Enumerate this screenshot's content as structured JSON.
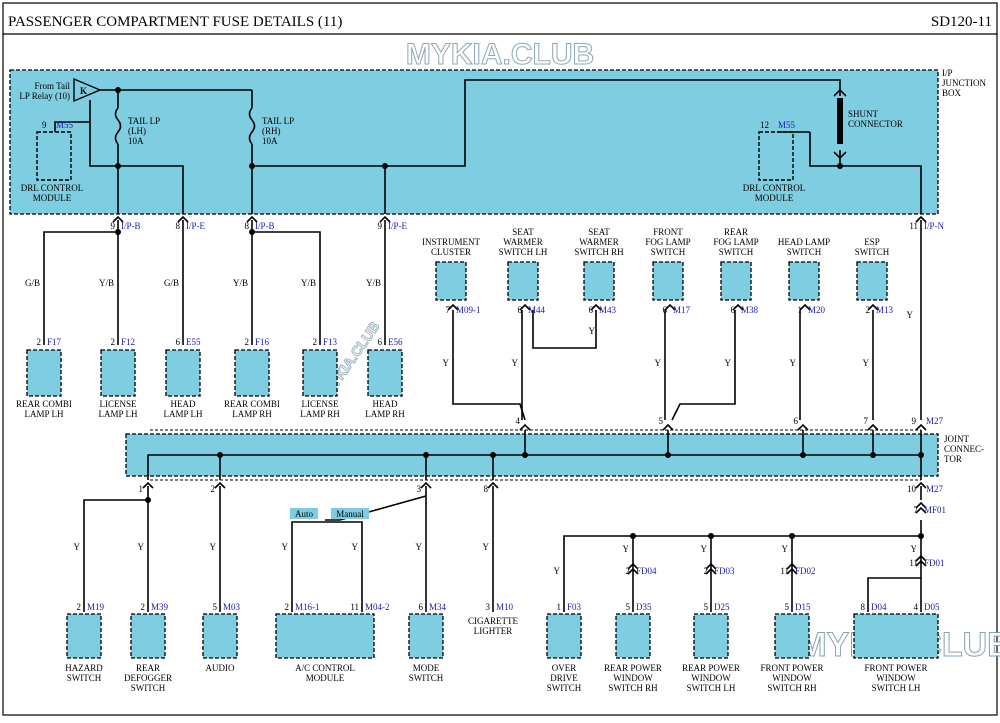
{
  "header": {
    "title": "PASSENGER COMPARTMENT FUSE DETAILS (11)",
    "page_code": "SD120-11"
  },
  "watermark": "MYKIA.CLUB",
  "junction_box": {
    "label_lines": [
      "I/P",
      "JUNCTION",
      "BOX"
    ],
    "relay_from_lines": [
      "From Tail",
      "LP Relay (10)"
    ],
    "relay_symbol": "K",
    "fuse_lh_lines": [
      "TAIL LP",
      "(LH)",
      "10A"
    ],
    "fuse_rh_lines": [
      "TAIL LP",
      "(RH)",
      "10A"
    ],
    "shunt_lines": [
      "SHUNT",
      "CONNECTOR"
    ],
    "drl_left": {
      "pin": "9",
      "conn": "M55",
      "label_lines": [
        "DRL CONTROL",
        "MODULE"
      ]
    },
    "drl_right": {
      "pin": "12",
      "conn": "M55",
      "label_lines": [
        "DRL CONTROL",
        "MODULE"
      ]
    },
    "outputs": [
      {
        "pin": "9",
        "conn": "I/P-B"
      },
      {
        "pin": "8",
        "conn": "I/P-E"
      },
      {
        "pin": "8",
        "conn": "I/P-B"
      },
      {
        "pin": "9",
        "conn": "I/P-E"
      },
      {
        "pin": "11",
        "conn": "I/P-N"
      }
    ]
  },
  "wire_colors": [
    "G/B",
    "Y/B",
    "G/B",
    "Y/B",
    "Y/B",
    "Y/B"
  ],
  "lamp_loads": [
    {
      "pin": "2",
      "conn": "F17",
      "label_lines": [
        "REAR COMBI",
        "LAMP LH"
      ]
    },
    {
      "pin": "2",
      "conn": "F12",
      "label_lines": [
        "LICENSE",
        "LAMP LH"
      ]
    },
    {
      "pin": "6",
      "conn": "E55",
      "label_lines": [
        "HEAD",
        "LAMP LH"
      ]
    },
    {
      "pin": "2",
      "conn": "F16",
      "label_lines": [
        "REAR COMBI",
        "LAMP RH"
      ]
    },
    {
      "pin": "2",
      "conn": "F13",
      "label_lines": [
        "LICENSE",
        "LAMP RH"
      ]
    },
    {
      "pin": "6",
      "conn": "E56",
      "label_lines": [
        "HEAD",
        "LAMP RH"
      ]
    }
  ],
  "switches_upper": [
    {
      "pin": "7",
      "conn": "M09-1",
      "label_lines": [
        "INSTRUMENT",
        "CLUSTER"
      ]
    },
    {
      "pin": "6",
      "conn": "M44",
      "label_lines": [
        "SEAT",
        "WARMER",
        "SWITCH LH"
      ]
    },
    {
      "pin": "6",
      "conn": "M43",
      "label_lines": [
        "SEAT",
        "WARMER",
        "SWITCH RH"
      ]
    },
    {
      "pin": "6",
      "conn": "M17",
      "label_lines": [
        "FRONT",
        "FOG LAMP",
        "SWITCH"
      ]
    },
    {
      "pin": "6",
      "conn": "M38",
      "label_lines": [
        "REAR",
        "FOG LAMP",
        "SWITCH"
      ]
    },
    {
      "pin": "1",
      "conn": "M20",
      "label_lines": [
        "HEAD LAMP",
        "SWITCH"
      ]
    },
    {
      "pin": "2",
      "conn": "M13",
      "label_lines": [
        "ESP",
        "SWITCH"
      ]
    }
  ],
  "joint_connector": {
    "label_lines": [
      "JOINT",
      "CONNEC-",
      "TOR"
    ],
    "top_pins": [
      "4",
      "5",
      "6",
      "7",
      "9"
    ],
    "top_conn": "M27",
    "bottom_pins": [
      "1",
      "2",
      "3",
      "8",
      "10"
    ],
    "bottom_conn": "M27"
  },
  "y_label": "Y",
  "mode_labels": {
    "auto": "Auto",
    "manual": "Manual"
  },
  "lower_loads": [
    {
      "pin": "2",
      "conn": "M19",
      "label_lines": [
        "HAZARD",
        "SWITCH"
      ]
    },
    {
      "pin": "2",
      "conn": "M39",
      "label_lines": [
        "REAR",
        "DEFOGGER",
        "SWITCH"
      ]
    },
    {
      "pin": "5",
      "conn": "M03",
      "label_lines": [
        "AUDIO"
      ]
    },
    {
      "pin": "2",
      "conn": "M16-1",
      "pin2": "11",
      "conn2": "M04-2",
      "label_lines": [
        "A/C CONTROL",
        "MODULE"
      ]
    },
    {
      "pin": "6",
      "conn": "M34",
      "label_lines": [
        "MODE",
        "SWITCH"
      ]
    },
    {
      "pin": "3",
      "conn": "M10",
      "label_lines": [
        "CIGARETTE",
        "LIGHTER"
      ]
    },
    {
      "pin": "1",
      "conn": "F03",
      "label_lines": [
        "OVER",
        "DRIVE",
        "SWITCH"
      ]
    },
    {
      "pin": "5",
      "conn": "D35",
      "label_lines": [
        "REAR POWER",
        "WINDOW",
        "SWITCH RH"
      ]
    },
    {
      "pin": "5",
      "conn": "D25",
      "label_lines": [
        "REAR POWER",
        "WINDOW",
        "SWITCH LH"
      ]
    },
    {
      "pin": "5",
      "conn": "D15",
      "label_lines": [
        "FRONT POWER",
        "WINDOW",
        "SWITCH RH"
      ]
    },
    {
      "pin": "8",
      "conn": "D04",
      "pin2": "4",
      "conn2": "D05",
      "label_lines": [
        "FRONT POWER",
        "WINDOW",
        "SWITCH  LH"
      ]
    }
  ],
  "door_connectors": [
    {
      "pin": "2",
      "conn": "FD04"
    },
    {
      "pin": "2",
      "conn": "FD03"
    },
    {
      "pin": "11",
      "conn": "FD02"
    },
    {
      "pin": "11",
      "conn": "FD01"
    },
    {
      "pin": "7",
      "conn": "MF01"
    }
  ]
}
